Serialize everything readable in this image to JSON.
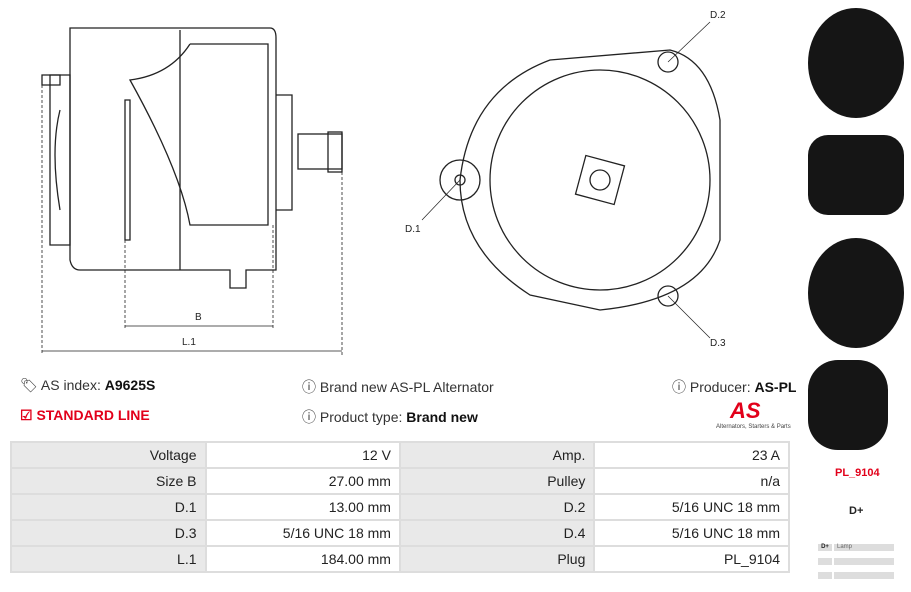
{
  "drawing": {
    "label_b": "B",
    "label_l1": "L.1",
    "label_d1": "D.1",
    "label_d2": "D.2",
    "label_d3": "D.3"
  },
  "info": {
    "as_index_label": "AS index:",
    "as_index_value": "A9625S",
    "line": "STANDARD LINE",
    "description": "Brand new AS-PL Alternator",
    "product_type_label": "Product type:",
    "product_type_value": "Brand new",
    "producer_label": "Producer:",
    "producer_value": "AS-PL",
    "logo_text": "AS",
    "logo_tagline": "Alternators, Starters & Parts"
  },
  "specs": [
    {
      "l1": "Voltage",
      "v1": "12 V",
      "l2": "Amp.",
      "v2": "23 A"
    },
    {
      "l1": "Size B",
      "v1": "27.00 mm",
      "l2": "Pulley",
      "v2": "n/a"
    },
    {
      "l1": "D.1",
      "v1": "13.00 mm",
      "l2": "D.2",
      "v2": "5/16 UNC 18 mm"
    },
    {
      "l1": "D.3",
      "v1": "5/16 UNC 18 mm",
      "l2": "D.4",
      "v2": "5/16 UNC 18 mm"
    },
    {
      "l1": "L.1",
      "v1": "184.00 mm",
      "l2": "Plug",
      "v2": "PL_9104"
    }
  ],
  "plug": {
    "code": "PL_9104",
    "terminal": "D+",
    "pins": [
      {
        "pin": "D+",
        "desc": "Lamp"
      }
    ]
  },
  "colors": {
    "accent": "#e2001a"
  }
}
